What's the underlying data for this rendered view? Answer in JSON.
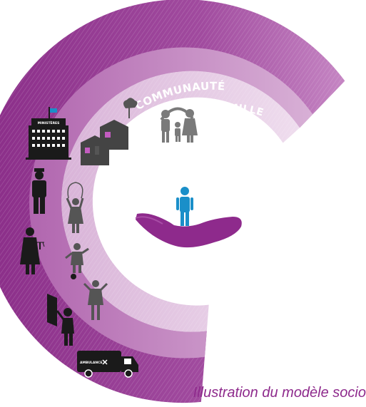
{
  "diagram": {
    "rings": {
      "community_label": "COMMUNAUTÉ",
      "family_label": "FAMILLE"
    },
    "icons": {
      "ministries_sign": "MINISTÈRES",
      "ambulance_sign": "AMBULANCE"
    },
    "colors": {
      "outer_ring": "#9b3d99",
      "middle_ring": "#c07dbf",
      "inner_ring": "#dab4da",
      "hand": "#8e2a8c",
      "child": "#1a8fc9",
      "people": "#555555",
      "dark": "#1a1a1a"
    }
  },
  "caption": "Illustration du modèle socio"
}
